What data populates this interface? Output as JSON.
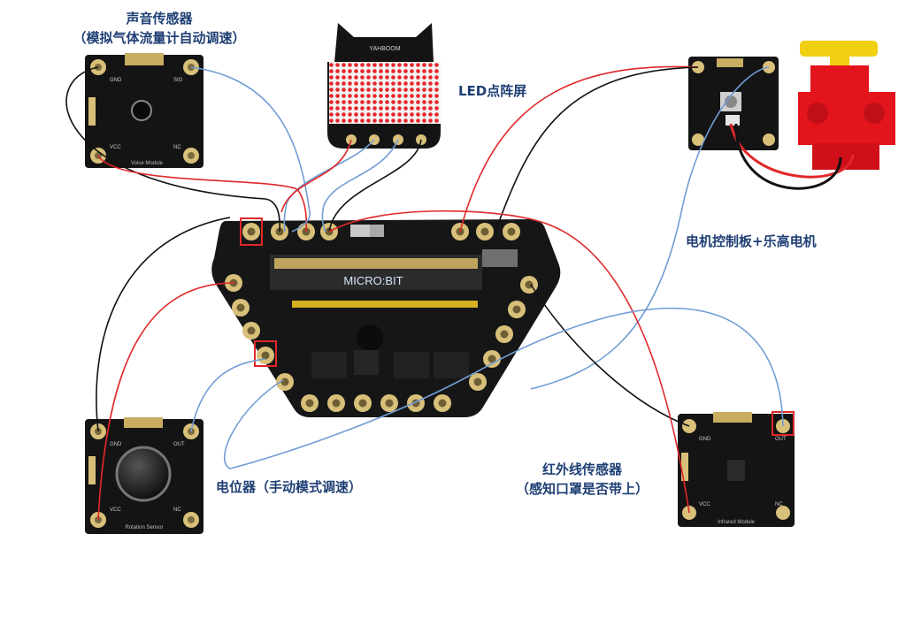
{
  "labels": {
    "sound_title": "声音传感器",
    "sound_sub": "（模拟气体流量计自动调速）",
    "led": "LED点阵屏",
    "motor": "电机控制板+乐高电机",
    "pot": "电位器（手动模式调速）",
    "ir_title": "红外线传感器",
    "ir_sub": "（感知口罩是否带上）"
  },
  "boards": {
    "main": "MICRO:BIT",
    "sound_silk": "Voice Module",
    "rot_silk": "Rotation Sensor",
    "ir_silk": "Infrared Module",
    "led_logo": "YAHBOOM"
  },
  "pins": {
    "gnd": "GND",
    "vcc": "VCC",
    "sig": "SIG",
    "out": "OUT",
    "nc": "NC"
  },
  "colors": {
    "board": "#161616",
    "pad": "#d8c07a",
    "wire_red": "#e0282a",
    "wire_black": "#111111",
    "wire_blue": "#6f9dd4",
    "label": "#1f3f74",
    "lego": "#e3141c",
    "lego_knob": "#f1cf12"
  }
}
